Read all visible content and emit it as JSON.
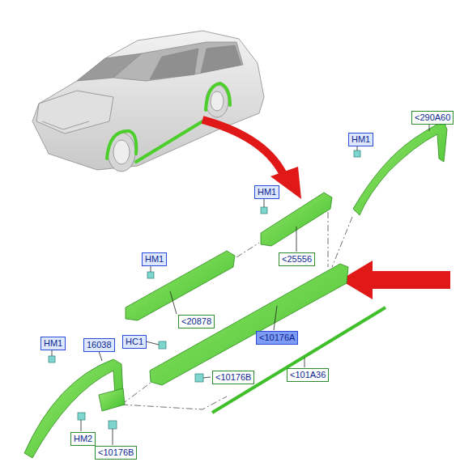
{
  "diagram": {
    "labels": [
      "HM1",
      "<290A60",
      "HM1",
      "<25556",
      "HM1",
      "<20878",
      "HC1",
      "<10176A",
      "HM1",
      "16038",
      "<10176B",
      "<101A36",
      "HM2",
      "<10176B"
    ]
  }
}
